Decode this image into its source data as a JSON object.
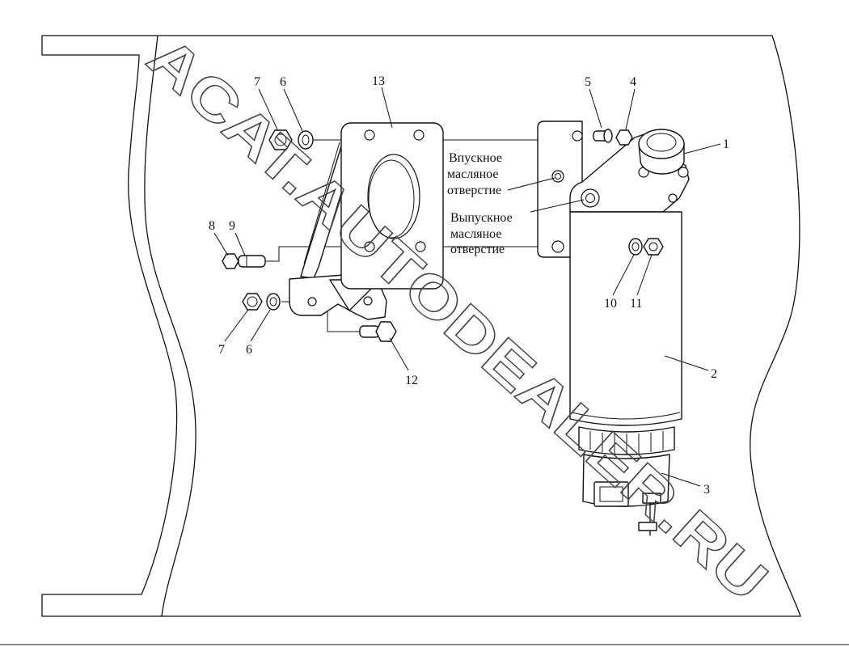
{
  "watermark": "ACAT.AUTODEALER.RU",
  "callouts": {
    "part_1": "1",
    "part_2": "2",
    "part_3": "3",
    "part_4": "4",
    "part_5": "5",
    "part_6_upper": "6",
    "part_6_lower": "6",
    "part_7_upper": "7",
    "part_7_lower": "7",
    "part_8": "8",
    "part_9": "9",
    "part_10": "10",
    "part_11": "11",
    "part_12": "12",
    "part_13": "13"
  },
  "inlet_label": [
    "Впускное",
    "масляное",
    "отверстие"
  ],
  "outlet_label": [
    "Выпускное",
    "масляное",
    "отверстие"
  ]
}
